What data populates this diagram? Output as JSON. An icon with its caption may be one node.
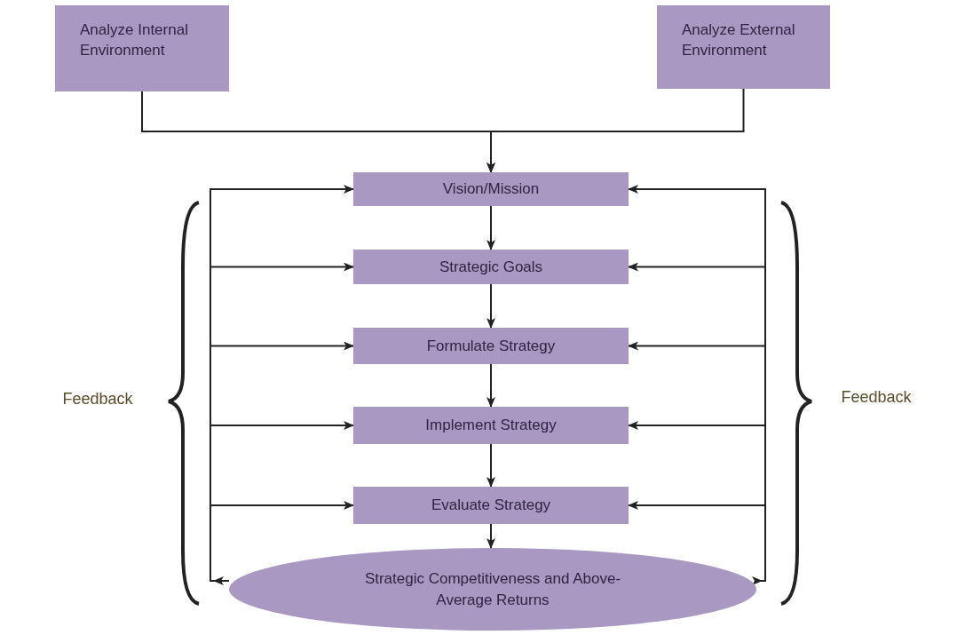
{
  "diagram": {
    "nodes": [
      {
        "text": [
          "Analyze Internal Environment"
        ]
      },
      {
        "text": [
          "Analyze External Environment"
        ]
      },
      {
        "text": [
          "Vision/Mission"
        ]
      },
      {
        "text": [
          "Strategic Goals"
        ]
      },
      {
        "text": [
          "Formulate Strategy"
        ]
      },
      {
        "text": [
          "Implement Strategy"
        ]
      },
      {
        "text": [
          "Evaluate Strategy"
        ]
      },
      {
        "text": [
          "Strategic Competitiveness and Above-Average Returns"
        ]
      }
    ],
    "edges": [
      {
        "from": 0,
        "to": 2,
        "arrow": "to"
      },
      {
        "from": 1,
        "to": 2,
        "arrow": "to"
      },
      {
        "from": 2,
        "to": 3,
        "arrow": "to"
      },
      {
        "from": 3,
        "to": 4,
        "arrow": "to"
      },
      {
        "from": 4,
        "to": 5,
        "arrow": "to"
      },
      {
        "from": 5,
        "to": 6,
        "arrow": "to"
      },
      {
        "from": 6,
        "to": 7,
        "arrow": "to"
      },
      {
        "from": 7,
        "to": 2,
        "arrow": "to"
      },
      {
        "from": 7,
        "to": 3,
        "arrow": "to"
      },
      {
        "from": 7,
        "to": 4,
        "arrow": "to"
      },
      {
        "from": 7,
        "to": 5,
        "arrow": "to"
      },
      {
        "from": 7,
        "to": 6,
        "arrow": "to"
      },
      {
        "from": 7,
        "to": 2,
        "arrow": "to"
      },
      {
        "from": 7,
        "to": 3,
        "arrow": "to"
      },
      {
        "from": 7,
        "to": 4,
        "arrow": "to"
      },
      {
        "from": 7,
        "to": 5,
        "arrow": "to"
      },
      {
        "from": 7,
        "to": 6,
        "arrow": "to"
      }
    ],
    "labels": [
      "Feedback",
      "Feedback"
    ]
  }
}
